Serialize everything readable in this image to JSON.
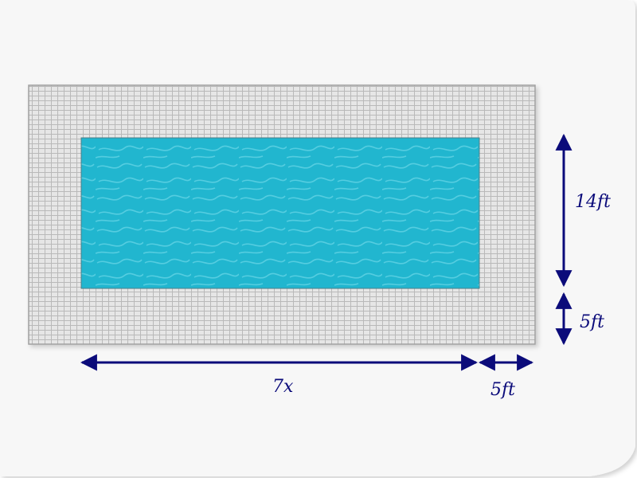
{
  "colors": {
    "paper": "#f7f7f7",
    "deck": "#e6e6e6",
    "deck_lines": "#b9b9b9",
    "water": "#21b6cf",
    "water_highlight": "#7fe0ef",
    "arrow": "#0b0b7a"
  },
  "labels": {
    "pool_width": "14ft",
    "deck_right_width": "5ft",
    "pool_length": "7x",
    "deck_bottom_width": "5ft"
  }
}
